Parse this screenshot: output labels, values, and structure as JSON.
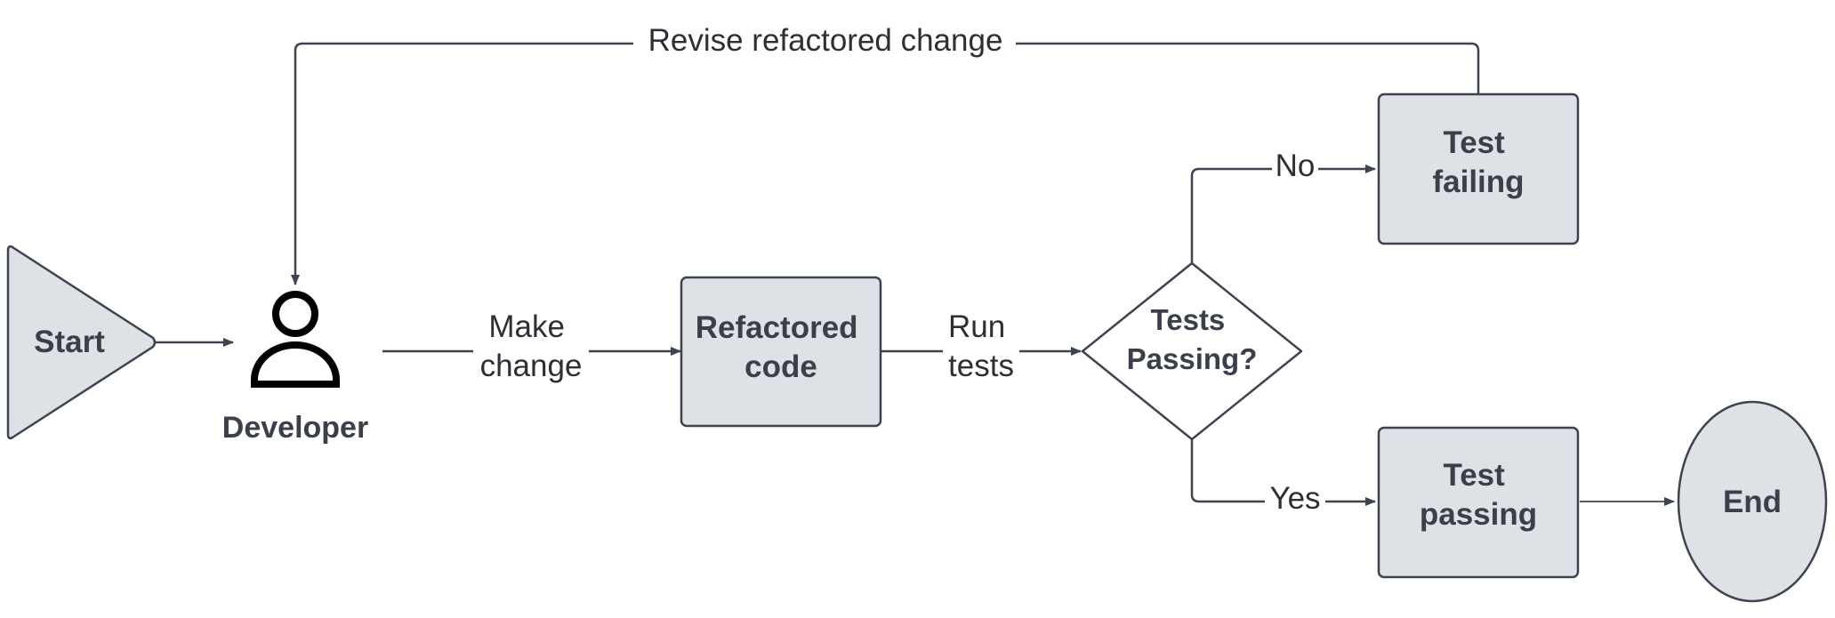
{
  "nodes": {
    "start": {
      "label": [
        "Start"
      ]
    },
    "developer": {
      "label": [
        "Developer"
      ],
      "icon": "person-icon"
    },
    "refactored_code": {
      "label": [
        "Refactored",
        "code"
      ]
    },
    "decision": {
      "label": [
        "Tests",
        "Passing?"
      ]
    },
    "test_failing": {
      "label": [
        "Test",
        "failing"
      ]
    },
    "test_passing": {
      "label": [
        "Test",
        "passing"
      ]
    },
    "end": {
      "label": [
        "End"
      ]
    }
  },
  "edges": {
    "make_change": {
      "label": [
        "Make",
        "change"
      ]
    },
    "run_tests": {
      "label": [
        "Run",
        "tests"
      ]
    },
    "no": {
      "label": [
        "No"
      ]
    },
    "yes": {
      "label": [
        "Yes"
      ]
    },
    "revise": {
      "label": [
        "Revise refactored change"
      ]
    }
  },
  "colors": {
    "node_fill": "#dee1e6",
    "node_stroke": "#3d4450",
    "text": "#3a3f4a",
    "edge": "#3d4450",
    "icon": "#000000"
  }
}
